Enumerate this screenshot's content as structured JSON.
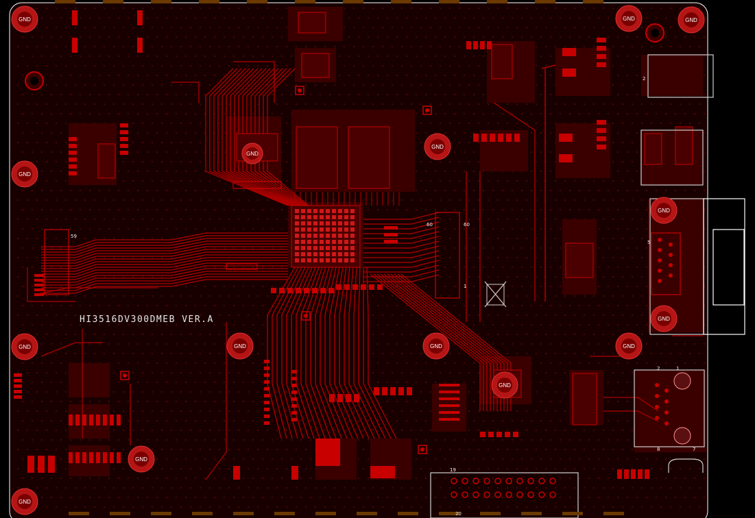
{
  "board": {
    "label": "HI3516DV300DMEB VER.A",
    "pad_label": "GND",
    "colors": {
      "background": "#000000",
      "board": "#1a0000",
      "copper": "#7a0000",
      "trace": "#b00000",
      "pad": "#c80000",
      "silk": "#e6e6e6"
    }
  },
  "connector_labels": {
    "hdr_top_left": "19",
    "hdr_bottom_left": "20",
    "rj45_left": "8",
    "rj45_right": "7",
    "rj45_top_left": "2",
    "rj45_top_right": "1",
    "dsub_pin": "5",
    "fpc_left": "60",
    "fpc_right": "60",
    "fpc_bottom": "1",
    "jack_pin": "2",
    "lcd_pin": "59"
  }
}
